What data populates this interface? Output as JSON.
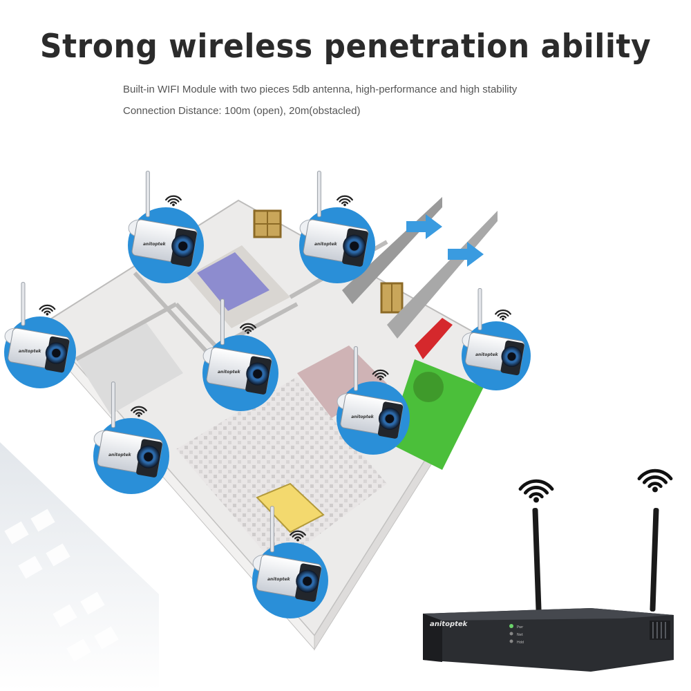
{
  "headline": "Strong wireless penetration ability",
  "description": {
    "line1": "Built-in WIFI Module with two pieces 5db antenna, high-performance and high stability",
    "line2": "Connection Distance: 100m (open), 20m(obstacled)"
  },
  "brand": "anitoptek",
  "nvr": {
    "brand": "anitoptek",
    "leds": [
      "Pwr",
      "Net",
      "Hdd"
    ]
  },
  "colors": {
    "camera_disc": "#2a8fd8",
    "arrow": "#3a9be0",
    "headline": "#2b2b2b"
  },
  "icons": [
    "wifi-icon",
    "camera-icon",
    "arrow-right-icon",
    "nvr-icon"
  ]
}
